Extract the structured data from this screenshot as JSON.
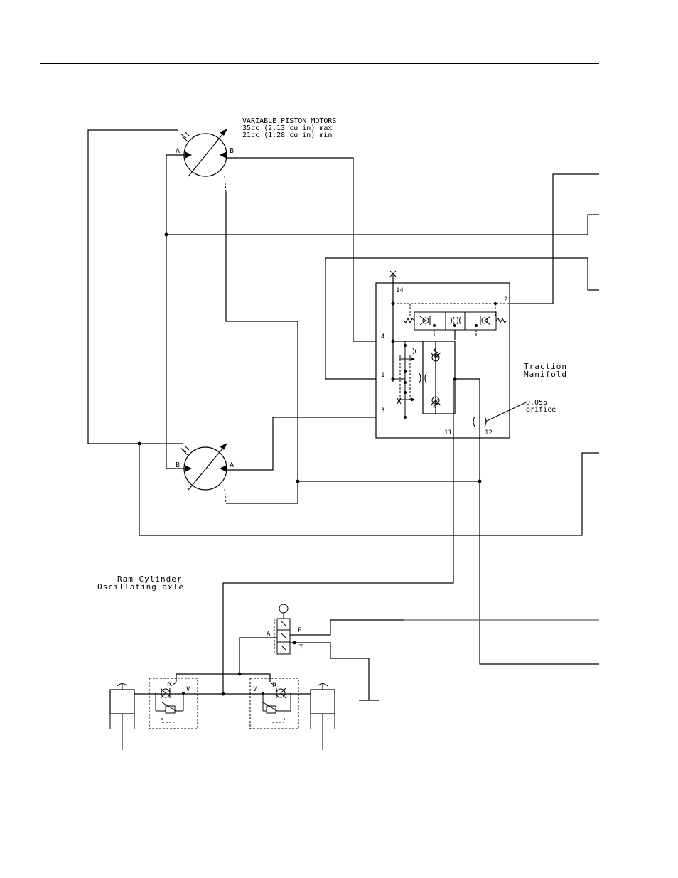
{
  "motors": {
    "title": "VARIABLE PISTON MOTORS",
    "max": "35cc (2.13 cu in) max",
    "min": "21cc (1.28 cu in) min",
    "upper": {
      "port_a": "A",
      "port_b": "B"
    },
    "lower": {
      "port_a": "A",
      "port_b": "B"
    }
  },
  "manifold": {
    "title_line1": "Traction",
    "title_line2": "Manifold",
    "ports": {
      "p1": "1",
      "p2": "2",
      "p3": "3",
      "p4": "4",
      "p11": "11",
      "p12": "12",
      "p14": "14"
    },
    "orifice_value": "0.055",
    "orifice_label": "orifice"
  },
  "ram": {
    "line1": "Ram Cylinder",
    "line2": "Oscillating axle"
  },
  "selector_valve": {
    "port_a": "A",
    "port_p": "P",
    "port_t": "T"
  },
  "lock_valves": {
    "left": {
      "port_p": "P",
      "port_v": "V"
    },
    "right": {
      "port_p": "P",
      "port_v": "V"
    }
  }
}
